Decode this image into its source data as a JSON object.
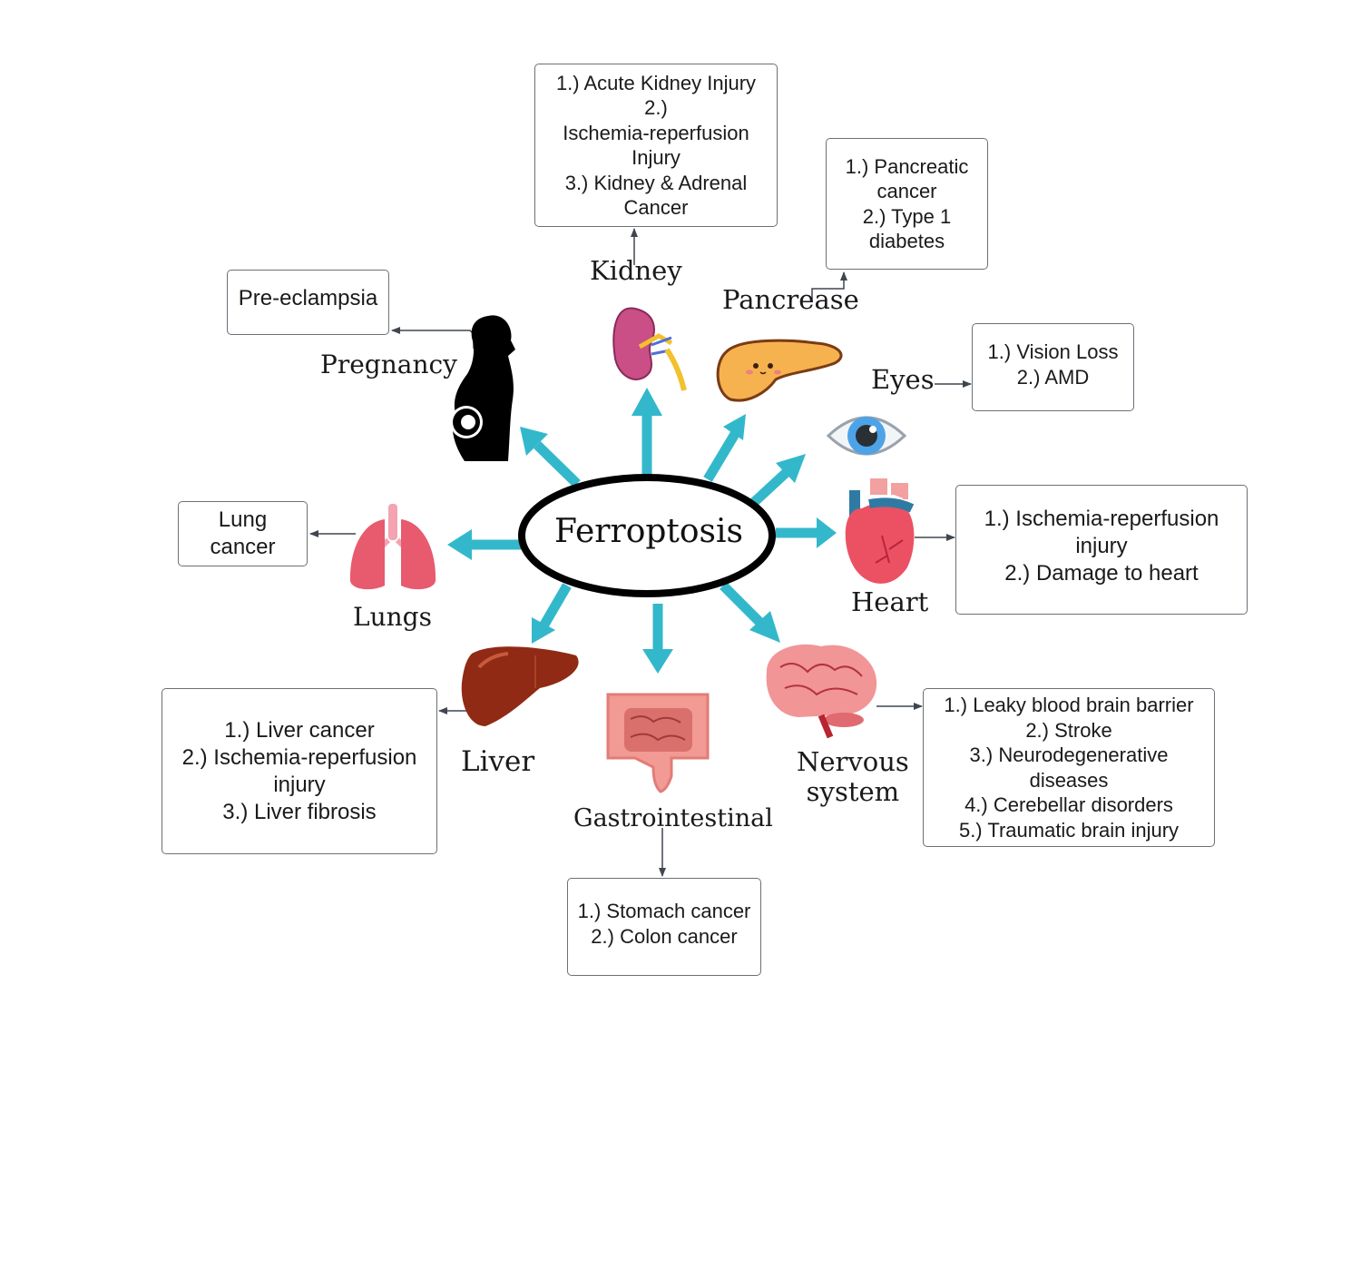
{
  "center": {
    "label": "Ferroptosis"
  },
  "colors": {
    "arrow": "#33b8cb",
    "connector": "#3f4650",
    "box_border": "#6b7077",
    "text": "#1a1a1a"
  },
  "organs": [
    {
      "id": "kidney",
      "label": "Kidney",
      "icon": "kidney-icon",
      "conditions": [
        "1.) Acute Kidney Injury",
        "2.)",
        "Ischemia-reperfusion",
        "Injury",
        "3.) Kidney & Adrenal",
        "Cancer"
      ]
    },
    {
      "id": "pancreas",
      "label": "Pancrease",
      "icon": "pancreas-icon",
      "conditions": [
        "1.) Pancreatic",
        "cancer",
        "2.) Type 1",
        "diabetes"
      ]
    },
    {
      "id": "eyes",
      "label": "Eyes",
      "icon": "eye-icon",
      "conditions": [
        "1.) Vision Loss",
        "2.) AMD"
      ]
    },
    {
      "id": "heart",
      "label": "Heart",
      "icon": "heart-icon",
      "conditions": [
        "1.) Ischemia-reperfusion",
        "injury",
        "2.) Damage to heart"
      ]
    },
    {
      "id": "nervous",
      "label_lines": [
        "Nervous",
        "system"
      ],
      "icon": "brain-icon",
      "conditions": [
        "1.) Leaky blood brain barrier",
        "2.) Stroke",
        "3.) Neurodegenerative",
        "diseases",
        "4.) Cerebellar disorders",
        "5.) Traumatic brain injury"
      ]
    },
    {
      "id": "gastro",
      "label": "Gastrointestinal",
      "icon": "intestine-icon",
      "conditions": [
        "1.) Stomach cancer",
        "2.) Colon cancer"
      ]
    },
    {
      "id": "liver",
      "label": "Liver",
      "icon": "liver-icon",
      "conditions": [
        "1.) Liver cancer",
        "2.) Ischemia-reperfusion",
        "injury",
        "3.) Liver fibrosis"
      ]
    },
    {
      "id": "lungs",
      "label": "Lungs",
      "icon": "lungs-icon",
      "conditions": [
        "Lung",
        "cancer"
      ]
    },
    {
      "id": "pregnancy",
      "label": "Pregnancy",
      "icon": "pregnant-woman-icon",
      "conditions": [
        "Pre-eclampsia"
      ]
    }
  ]
}
